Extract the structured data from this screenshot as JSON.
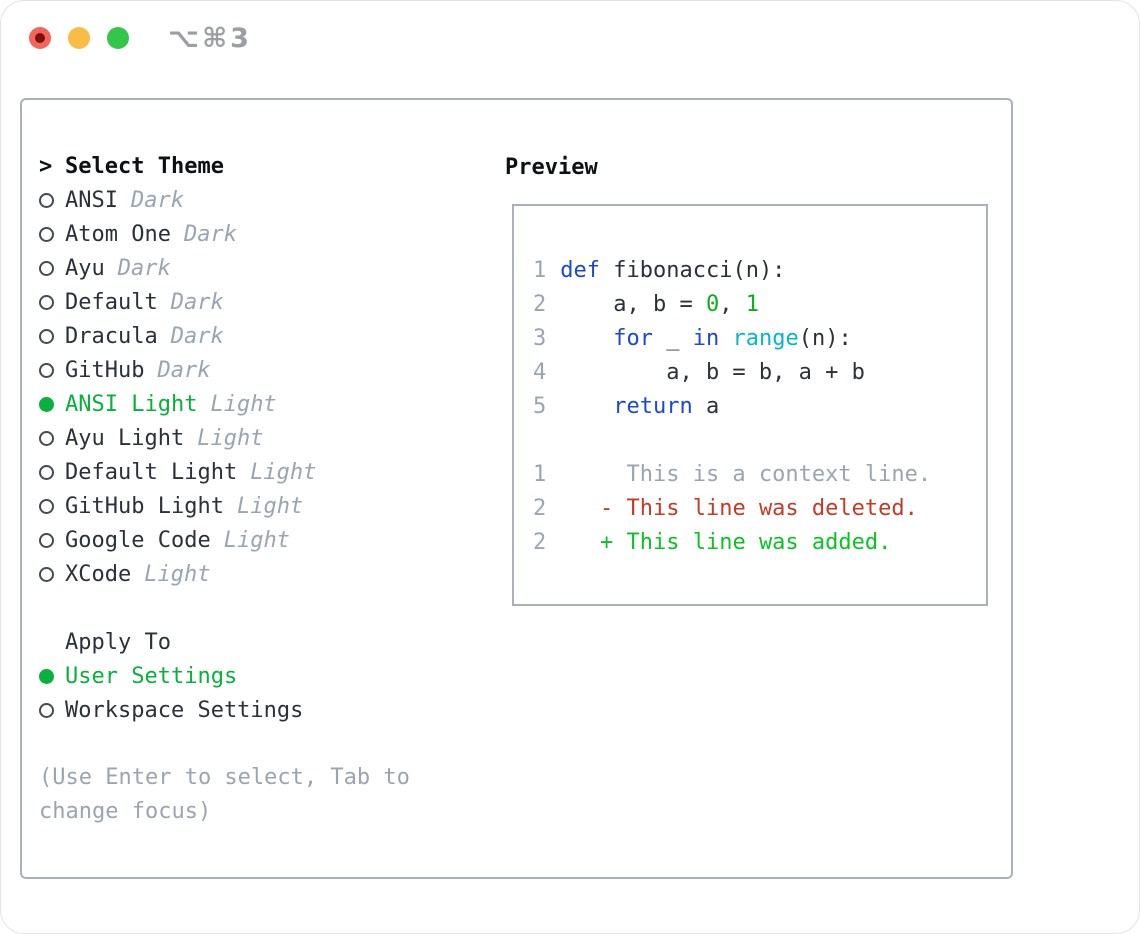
{
  "titlebar": {
    "shortcut": "⌥⌘3"
  },
  "panel": {
    "select_header": {
      "marker": ">",
      "label": "Select Theme"
    },
    "themes": [
      {
        "name": "ANSI",
        "tag": "Dark",
        "selected": false
      },
      {
        "name": "Atom One",
        "tag": "Dark",
        "selected": false
      },
      {
        "name": "Ayu",
        "tag": "Dark",
        "selected": false
      },
      {
        "name": "Default",
        "tag": "Dark",
        "selected": false
      },
      {
        "name": "Dracula",
        "tag": "Dark",
        "selected": false
      },
      {
        "name": "GitHub",
        "tag": "Dark",
        "selected": false
      },
      {
        "name": "ANSI Light",
        "tag": "Light",
        "selected": true
      },
      {
        "name": "Ayu Light",
        "tag": "Light",
        "selected": false
      },
      {
        "name": "Default Light",
        "tag": "Light",
        "selected": false
      },
      {
        "name": "GitHub Light",
        "tag": "Light",
        "selected": false
      },
      {
        "name": "Google Code",
        "tag": "Light",
        "selected": false
      },
      {
        "name": "XCode",
        "tag": "Light",
        "selected": false
      }
    ],
    "apply": {
      "header": "Apply To",
      "options": [
        {
          "label": "User Settings",
          "selected": true
        },
        {
          "label": "Workspace Settings",
          "selected": false
        }
      ]
    },
    "hint_lines": [
      "(Use Enter to select, Tab to",
      "change focus)"
    ]
  },
  "preview": {
    "title": "Preview",
    "lines": [
      {
        "num": "1",
        "segments": [
          {
            "t": "def",
            "c": "kw"
          },
          {
            "t": " fibonacci(n):",
            "c": "fg"
          }
        ]
      },
      {
        "num": "2",
        "segments": [
          {
            "t": "    a, b = ",
            "c": "fg"
          },
          {
            "t": "0",
            "c": "lit"
          },
          {
            "t": ", ",
            "c": "fg"
          },
          {
            "t": "1",
            "c": "lit"
          }
        ]
      },
      {
        "num": "3",
        "segments": [
          {
            "t": "    ",
            "c": "fg"
          },
          {
            "t": "for",
            "c": "kw"
          },
          {
            "t": " _ ",
            "c": "fg"
          },
          {
            "t": "in",
            "c": "kw"
          },
          {
            "t": " ",
            "c": "fg"
          },
          {
            "t": "range",
            "c": "builtin"
          },
          {
            "t": "(n):",
            "c": "fg"
          }
        ]
      },
      {
        "num": "4",
        "segments": [
          {
            "t": "        a, b = b, a + b",
            "c": "fg"
          }
        ]
      },
      {
        "num": "5",
        "segments": [
          {
            "t": "    ",
            "c": "fg"
          },
          {
            "t": "return",
            "c": "kw"
          },
          {
            "t": " a",
            "c": "fg"
          }
        ]
      },
      {
        "num": "",
        "segments": []
      },
      {
        "num": "1",
        "segments": [
          {
            "t": "     This is a context line.",
            "c": "ctx"
          }
        ]
      },
      {
        "num": "2",
        "segments": [
          {
            "t": "   ",
            "c": "fg"
          },
          {
            "t": "- This line was deleted.",
            "c": "del"
          }
        ]
      },
      {
        "num": "2",
        "segments": [
          {
            "t": "   ",
            "c": "fg"
          },
          {
            "t": "+ This line was added.",
            "c": "add"
          }
        ]
      }
    ]
  },
  "colors": {
    "tl_red": "#f2655c",
    "tl_red_dot": "#7c1207",
    "tl_yellow": "#f9bd45",
    "tl_green": "#34c648",
    "shortcut_gray": "#9b9ea3",
    "border_gray": "#a9b1ba",
    "header_dark": "#0d1116",
    "item_dark": "#2b313a",
    "muted_gray": "#9aa5b1",
    "ring_gray": "#434a52",
    "sel_green": "#09b13c",
    "add_green": "#0cc226",
    "del_red": "#c43b25",
    "kw_blue": "#1b48d9",
    "builtin_cyan": "#06b6c9",
    "lit_green": "#0fac1e"
  }
}
